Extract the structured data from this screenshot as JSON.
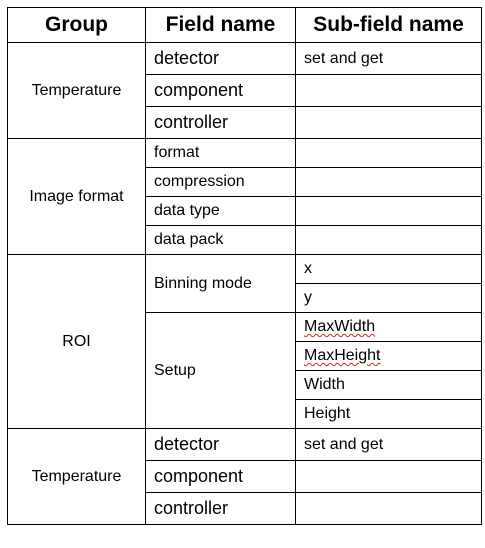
{
  "table": {
    "headers": {
      "group": "Group",
      "field": "Field name",
      "subfield": "Sub-field name"
    },
    "sections": [
      {
        "group": "Temperature",
        "fields": [
          {
            "name": "detector",
            "subfields": [
              "set and get"
            ]
          },
          {
            "name": "component",
            "subfields": [
              ""
            ]
          },
          {
            "name": "controller",
            "subfields": [
              ""
            ]
          }
        ]
      },
      {
        "group": "Image format",
        "fields": [
          {
            "name": "format",
            "subfields": [
              ""
            ]
          },
          {
            "name": "compression",
            "subfields": [
              ""
            ]
          },
          {
            "name": "data type",
            "subfields": [
              ""
            ]
          },
          {
            "name": "data pack",
            "subfields": [
              ""
            ]
          }
        ]
      },
      {
        "group": "ROI",
        "fields": [
          {
            "name": "Binning mode",
            "subfields": [
              "x",
              "y"
            ]
          },
          {
            "name": "Setup",
            "subfields": [
              "MaxWidth",
              "MaxHeight",
              "Width",
              "Height"
            ]
          }
        ]
      },
      {
        "group": "Temperature",
        "fields": [
          {
            "name": "detector",
            "subfields": [
              "set and get"
            ]
          },
          {
            "name": "component",
            "subfields": [
              ""
            ]
          },
          {
            "name": "controller",
            "subfields": [
              ""
            ]
          }
        ]
      }
    ]
  }
}
